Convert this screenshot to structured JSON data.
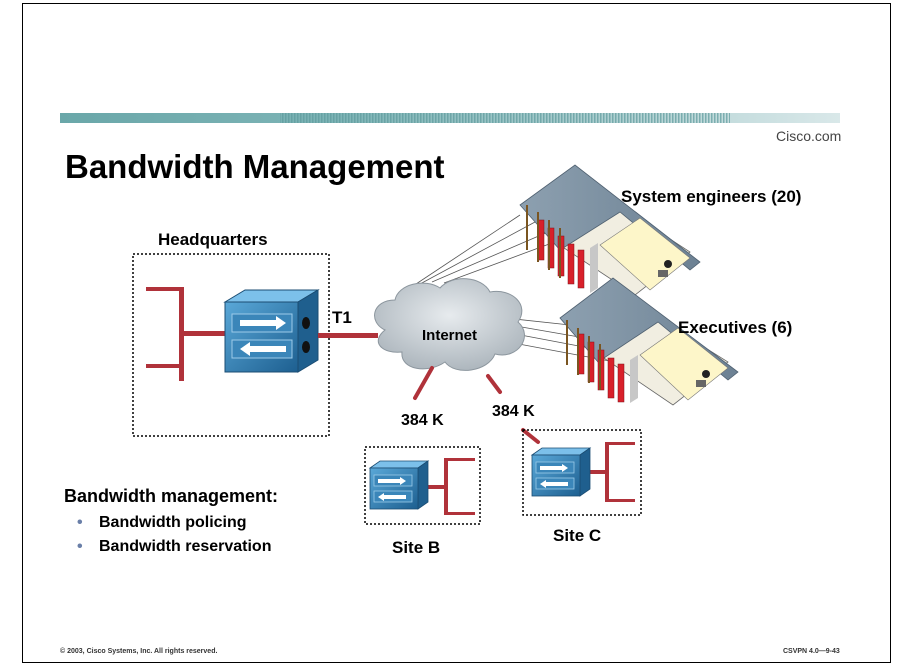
{
  "slide": {
    "title": "Bandwidth Management",
    "brand": "Cisco.com",
    "footer_left": "© 2003, Cisco Systems, Inc. All rights reserved.",
    "footer_right": "CSVPN 4.0—9-43"
  },
  "diagram": {
    "headquarters_label": "Headquarters",
    "link_label_t1": "T1",
    "cloud_label": "Internet",
    "link_label_site_b": "384 K",
    "link_label_site_c": "384 K",
    "site_b_label": "Site B",
    "site_c_label": "Site C",
    "system_engineers_label": "System engineers (20)",
    "executives_label": "Executives (6)",
    "link_color": "#b0323a",
    "switch_color": "#2f7fb8"
  },
  "bandwidth": {
    "heading": "Bandwidth management:",
    "items": [
      "Bandwidth policing",
      "Bandwidth reservation"
    ]
  }
}
